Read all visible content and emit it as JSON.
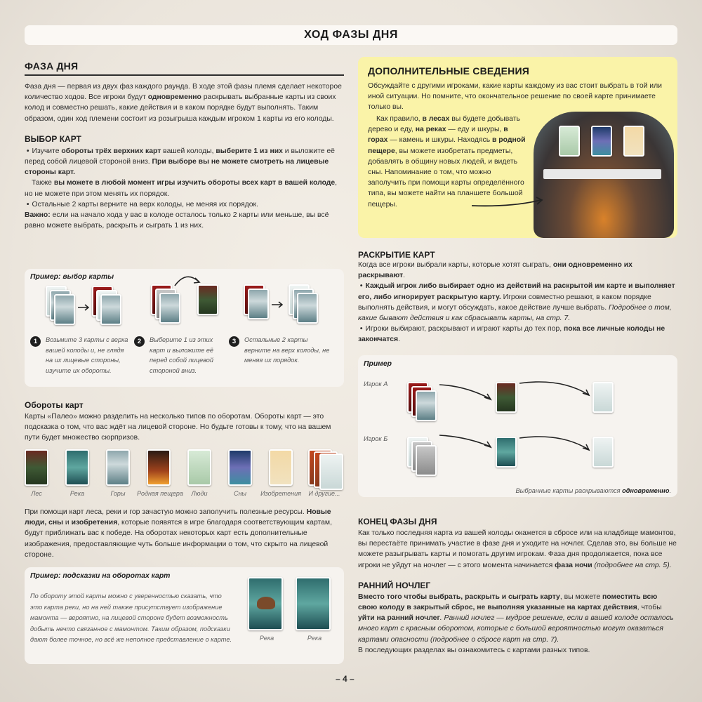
{
  "banner": {
    "title": "ХОД ФАЗЫ ДНЯ"
  },
  "day_phase": {
    "title": "ФАЗА ДНЯ",
    "intro_1": "Фаза дня — первая из двух фаз каждого раунда. В ходе этой фазы племя сделает некоторое количество ходов. Все игроки будут ",
    "intro_bold": "одновременно",
    "intro_2": " раскрывать выбранные карты из своих колод и совместно решать, какие действия и в каком порядке будут выполнять. Таким образом, один ход племени состоит из розыгрыша каждым игроком 1 карты из его колоды."
  },
  "card_choice": {
    "title": "ВЫБОР КАРТ",
    "b1_a": "Изучите ",
    "b1_b": "обороты трёх верхних карт",
    "b1_c": " вашей колоды, ",
    "b1_d": "выберите 1 из них",
    "b1_e": " и выложите её перед собой лицевой стороной вниз. ",
    "b1_f": "При выборе вы не можете смотреть на лицевые стороны карт.",
    "p2_a": "Также ",
    "p2_b": "вы можете в любой момент игры изучить обороты всех карт в вашей колоде",
    "p2_c": ", но не можете при этом менять их порядок.",
    "b2": "Остальные 2 карты верните на верх колоды, не меняя их порядок.",
    "imp_label": "Важно:",
    "imp_text": " если на начало хода у вас в колоде осталось только 2 карты или меньше, вы всё равно можете выбрать, раскрыть и сыграть 1 из них."
  },
  "example_choice": {
    "title": "Пример: выбор карты",
    "steps": [
      {
        "n": "1",
        "text": "Возьмите 3 карты с верха вашей колоды и, не глядя на их лицевые стороны, изучите их обороты."
      },
      {
        "n": "2",
        "text": "Выберите 1 из этих карт и выложите её перед собой лицевой стороной вниз."
      },
      {
        "n": "3",
        "text": "Остальные 2 карты верните на верх колоды, не меняя их порядок."
      }
    ]
  },
  "card_backs": {
    "title": "Обороты карт",
    "text": "Карты «Палео» можно разделить на несколько типов по оборотам. Обороты карт — это подсказка о том, что вас ждёт на лицевой стороне. Но будьте готовы к тому, что на вашем пути будет множество сюрпризов.",
    "types": [
      "Лес",
      "Река",
      "Горы",
      "Родная пещера",
      "Люди",
      "Сны",
      "Изобретения",
      "И другие..."
    ],
    "text2_a": "При помощи карт леса, реки и гор зачастую можно заполучить полезные ресурсы. ",
    "text2_b1": "Новые люди, сны",
    "text2_and": " и ",
    "text2_b2": "изобретения",
    "text2_c": ", которые появятся в игре благодаря соответствующим картам, будут приближать вас к победе. На оборотах некоторых карт есть дополнительные изображения, предоставляющие чуть больше информации о том, что скрыто на лицевой стороне."
  },
  "example_hints": {
    "title": "Пример: подсказки на оборотах карт",
    "text": "По обороту этой карты можно с уверенностью сказать, что это карта реки, но на ней также присутствует изображение мамонта — вероятно, на лицевой стороне будет возможность добыть нечто связанное с мамонтом. Таким образом, подсказки дают более точное, но всё же неполное представление о карте.",
    "labels": [
      "Река",
      "Река"
    ]
  },
  "extra": {
    "title": "ДОПОЛНИТЕЛЬНЫЕ СВЕДЕНИЯ",
    "p1": "Обсуждайте с другими игроками, какие карты каждому из вас стоит выбрать в той или иной ситуации. Но помните, что окончательное решение по своей карте принимаете только вы.",
    "p2_a": "Как правило, ",
    "p2_b": "в лесах",
    "p2_c": " вы будете добывать дерево и еду, ",
    "p2_d": "на реках",
    "p2_e": " — еду и шкуры, ",
    "p2_f": "в горах",
    "p2_g": " — камень и шкуры. Находясь ",
    "p2_h": "в родной пещере",
    "p2_i": ", вы можете изобретать предметы, добавлять в общину новых людей, и видеть сны. Напоминание о том, что можно заполучить при помощи карты определённого типа, вы можете найти на планшете большой пещеры."
  },
  "reveal": {
    "title": "РАСКРЫТИЕ КАРТ",
    "p1_a": "Когда все игроки выбрали карты, которые хотят сыграть, ",
    "p1_b": "они одновременно их раскрывают",
    "p1_c": ".",
    "b1_a": "Каждый игрок либо выбирает одно из действий на раскрытой им карте и выполняет его, либо игнорирует раскрытую карту.",
    "b1_b": " Игроки совместно решают, в каком порядке выполнять действия, и могут обсуждать, какое действие лучше выбрать. ",
    "b1_c": "Подробнее о том, какие бывают действия и как сбрасывать карты, на стр. 7.",
    "b2_a": "Игроки выбирают, раскрывают и играют карты до тех пор, ",
    "b2_b": "пока все личные колоды не закончатся",
    "b2_c": "."
  },
  "example_reveal": {
    "title": "Пример",
    "player_a": "Игрок А",
    "player_b": "Игрок Б",
    "caption_a": "Выбранные карты раскрываются ",
    "caption_b": "одновременно",
    "caption_c": "."
  },
  "end_phase": {
    "title": "КОНЕЦ ФАЗЫ ДНЯ",
    "text_a": "Как только последняя карта из вашей колоды окажется в сбросе или на кладбище мамонтов, вы перестаёте принимать участие в фазе дня и уходите на ночлег. Сделав это, вы больше не можете разыгрывать карты и помогать другим игрокам. Фаза дня продолжается, пока все игроки не уйдут на ночлег — с этого момента начинается ",
    "text_b": "фаза ночи",
    "text_c": " (подробнее на стр. 5)."
  },
  "early_rest": {
    "title": "РАННИЙ НОЧЛЕГ",
    "a": "Вместо того чтобы выбрать, раскрыть и сыграть карту",
    "b": ", вы можете ",
    "c": "поместить всю свою колоду в закрытый сброс, не выполняя указанные на картах действия",
    "d": ", чтобы ",
    "e": "уйти на ранний ночлег",
    "f": ". Ранний ночлег — мудрое решение, если в вашей колоде осталось много карт с красным оборотом, которые с большой вероятностью могут оказаться картами опасности (подробнее о сбросе карт на стр. 7).",
    "g": "В последующих разделах вы ознакомитесь с картами разных типов."
  },
  "page_number": "– 4 –"
}
